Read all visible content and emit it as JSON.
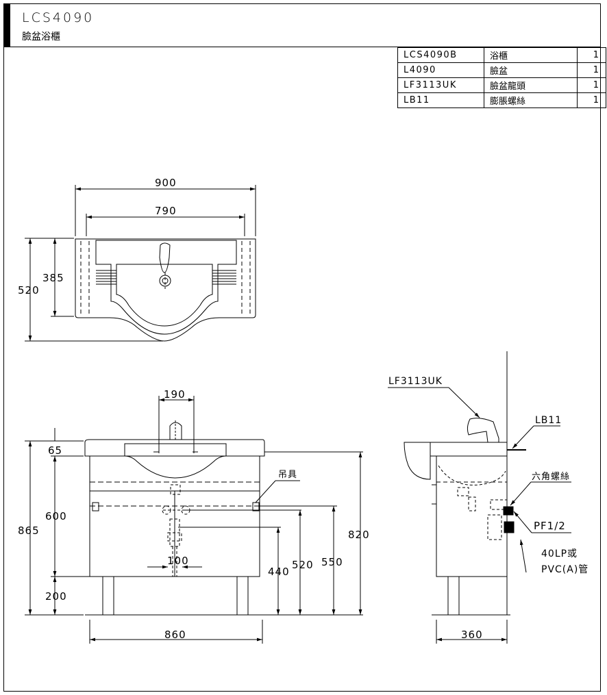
{
  "title": {
    "code": "LCS4090",
    "name": "臉盆浴櫃"
  },
  "parts_table": [
    {
      "code": "LCS4090B",
      "name": "浴櫃",
      "qty": "1"
    },
    {
      "code": "L4090",
      "name": "臉盆",
      "qty": "1"
    },
    {
      "code": "LF3113UK",
      "name": "臉盆龍頭",
      "qty": "1"
    },
    {
      "code": "LB11",
      "name": "膨脹螺絲",
      "qty": "1"
    }
  ],
  "top_view": {
    "dim_overall_width": "900",
    "dim_inner_width": "790",
    "dim_depth": "520",
    "dim_bowl_depth": "385"
  },
  "front_view": {
    "dim_faucet_spacing": "190",
    "dim_top": "65",
    "dim_cabinet_height": "600",
    "dim_total_height": "865",
    "dim_legs": "200",
    "dim_drain_spacing": "100",
    "dim_h440": "440",
    "dim_h520": "520",
    "dim_h550": "550",
    "dim_h820": "820",
    "dim_width": "860",
    "label_hanger": "吊具"
  },
  "side_view": {
    "label_faucet": "LF3113UK",
    "label_bolt": "LB11",
    "label_hex_screw": "六角螺絲",
    "label_pf": "PF1/2",
    "label_pipe_line1": "40LP或",
    "label_pipe_line2": "PVC(A)管",
    "dim_depth": "360"
  }
}
